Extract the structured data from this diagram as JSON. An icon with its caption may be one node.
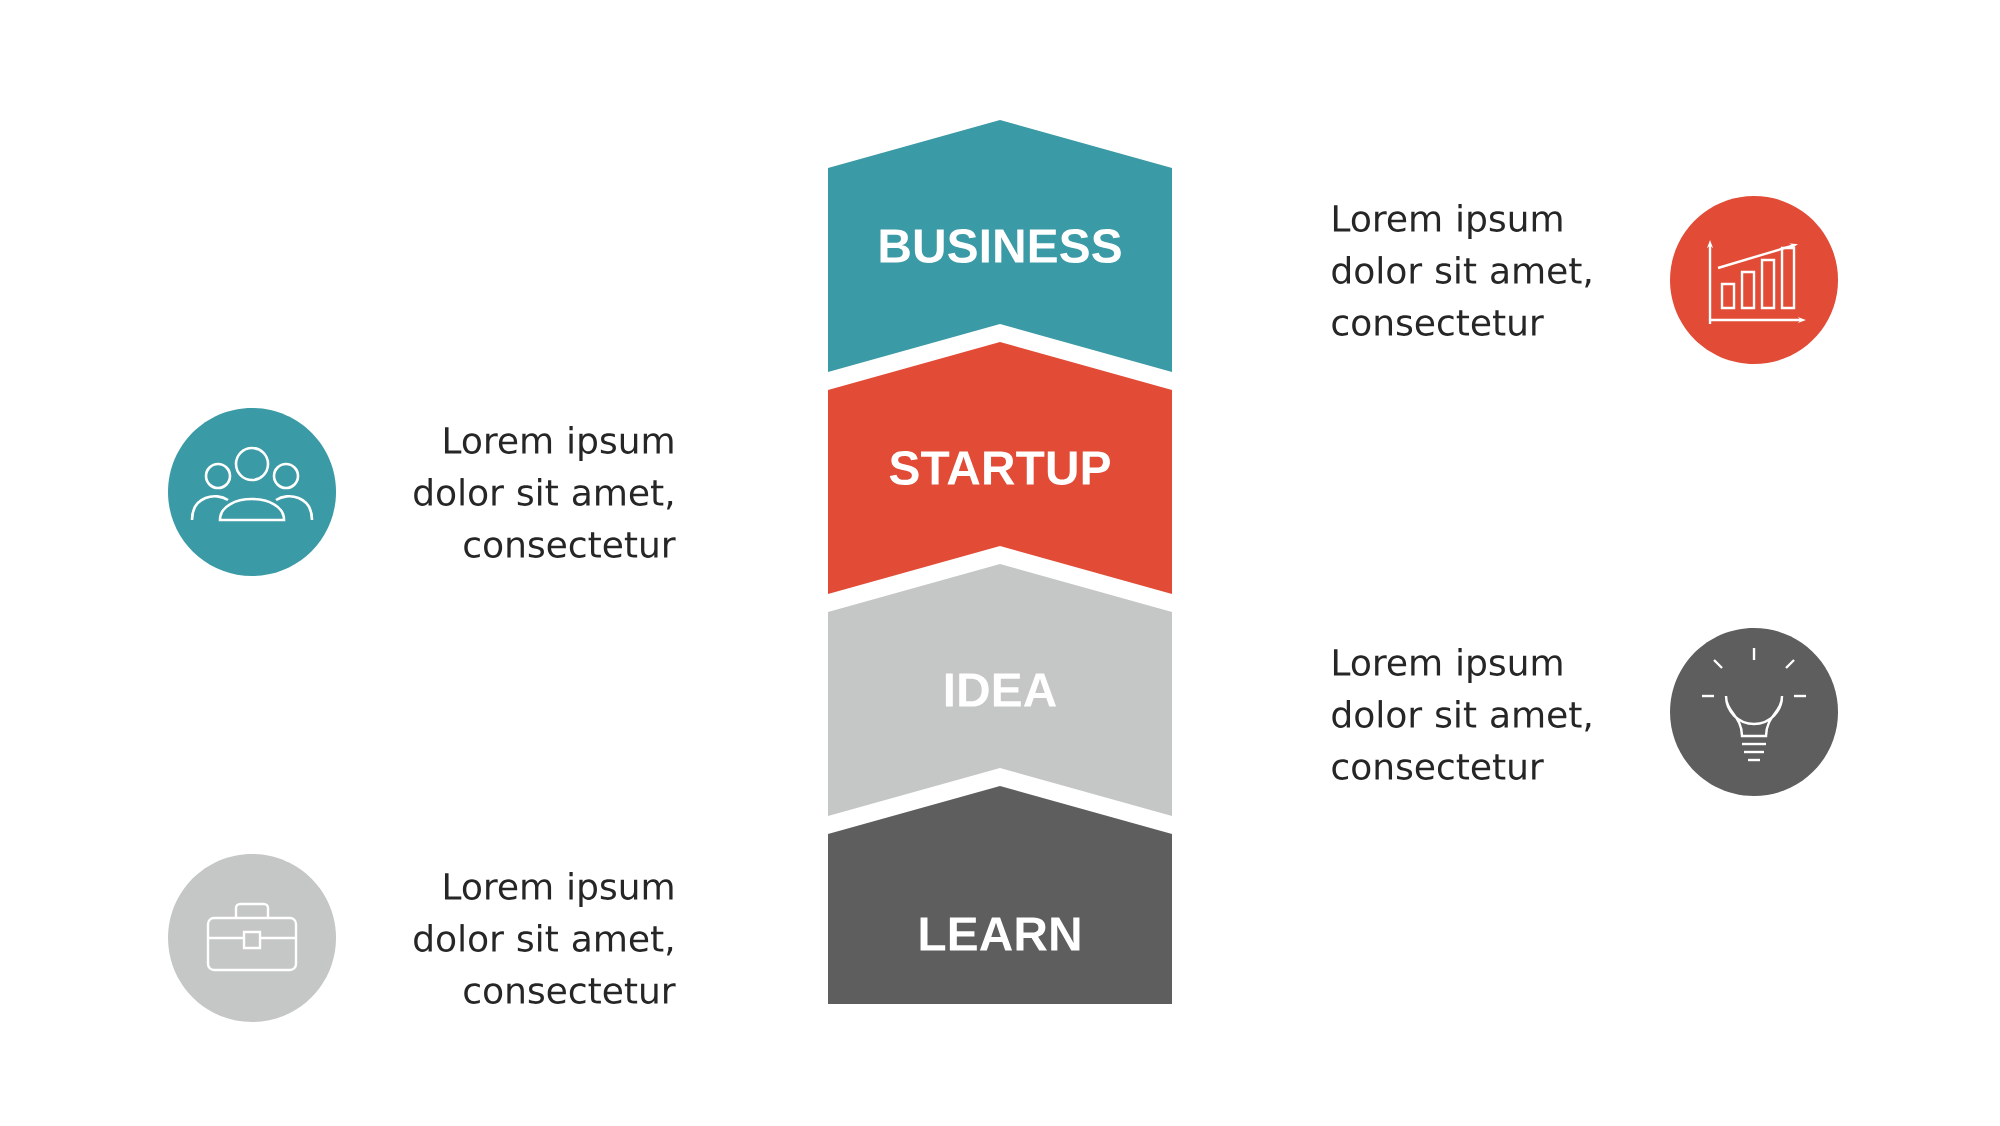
{
  "diagram": {
    "nodes": [
      {
        "text": [
          "BUSINESS"
        ]
      },
      {
        "text": [
          "STARTUP"
        ]
      },
      {
        "text": [
          "IDEA"
        ]
      },
      {
        "text": [
          "LEARN"
        ]
      }
    ],
    "labels": [
      "Lorem ipsum dolor sit amet, consectetur",
      "Lorem ipsum dolor sit amet, consectetur",
      "Lorem ipsum dolor sit amet, consectetur",
      "Lorem ipsum dolor sit amet, consectetur"
    ]
  }
}
